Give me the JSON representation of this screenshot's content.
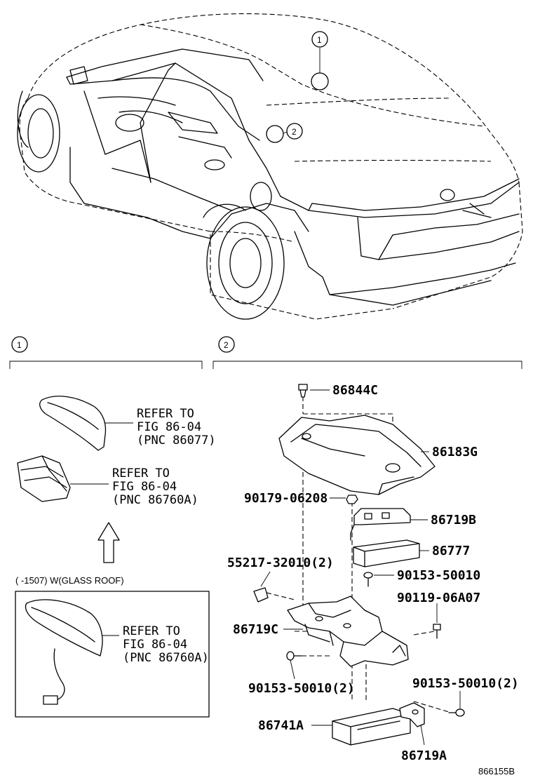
{
  "callouts": {
    "one": "1",
    "two": "2"
  },
  "panel_left": {
    "ref1": {
      "l1": "REFER TO",
      "l2": "FIG 86-04",
      "l3": "(PNC 86077)"
    },
    "ref2": {
      "l1": "REFER TO",
      "l2": "FIG 86-04",
      "l3": "(PNC 86760A)"
    },
    "condition": "(      -1507) W(GLASS ROOF)",
    "ref3": {
      "l1": "REFER TO",
      "l2": "FIG 86-04",
      "l3": "(PNC 86760A)"
    }
  },
  "parts": {
    "p86844C": "86844C",
    "p86183G": "86183G",
    "p90179": "90179-06208",
    "p86719B": "86719B",
    "p86777": "86777",
    "p55217": "55217-32010(2)",
    "p90153a": "90153-50010",
    "p90119": "90119-06A07",
    "p86719C": "86719C",
    "p90153b": "90153-50010(2)",
    "p90153c": "90153-50010(2)",
    "p86741A": "86741A",
    "p86719A": "86719A"
  },
  "figure_id": "866155B"
}
